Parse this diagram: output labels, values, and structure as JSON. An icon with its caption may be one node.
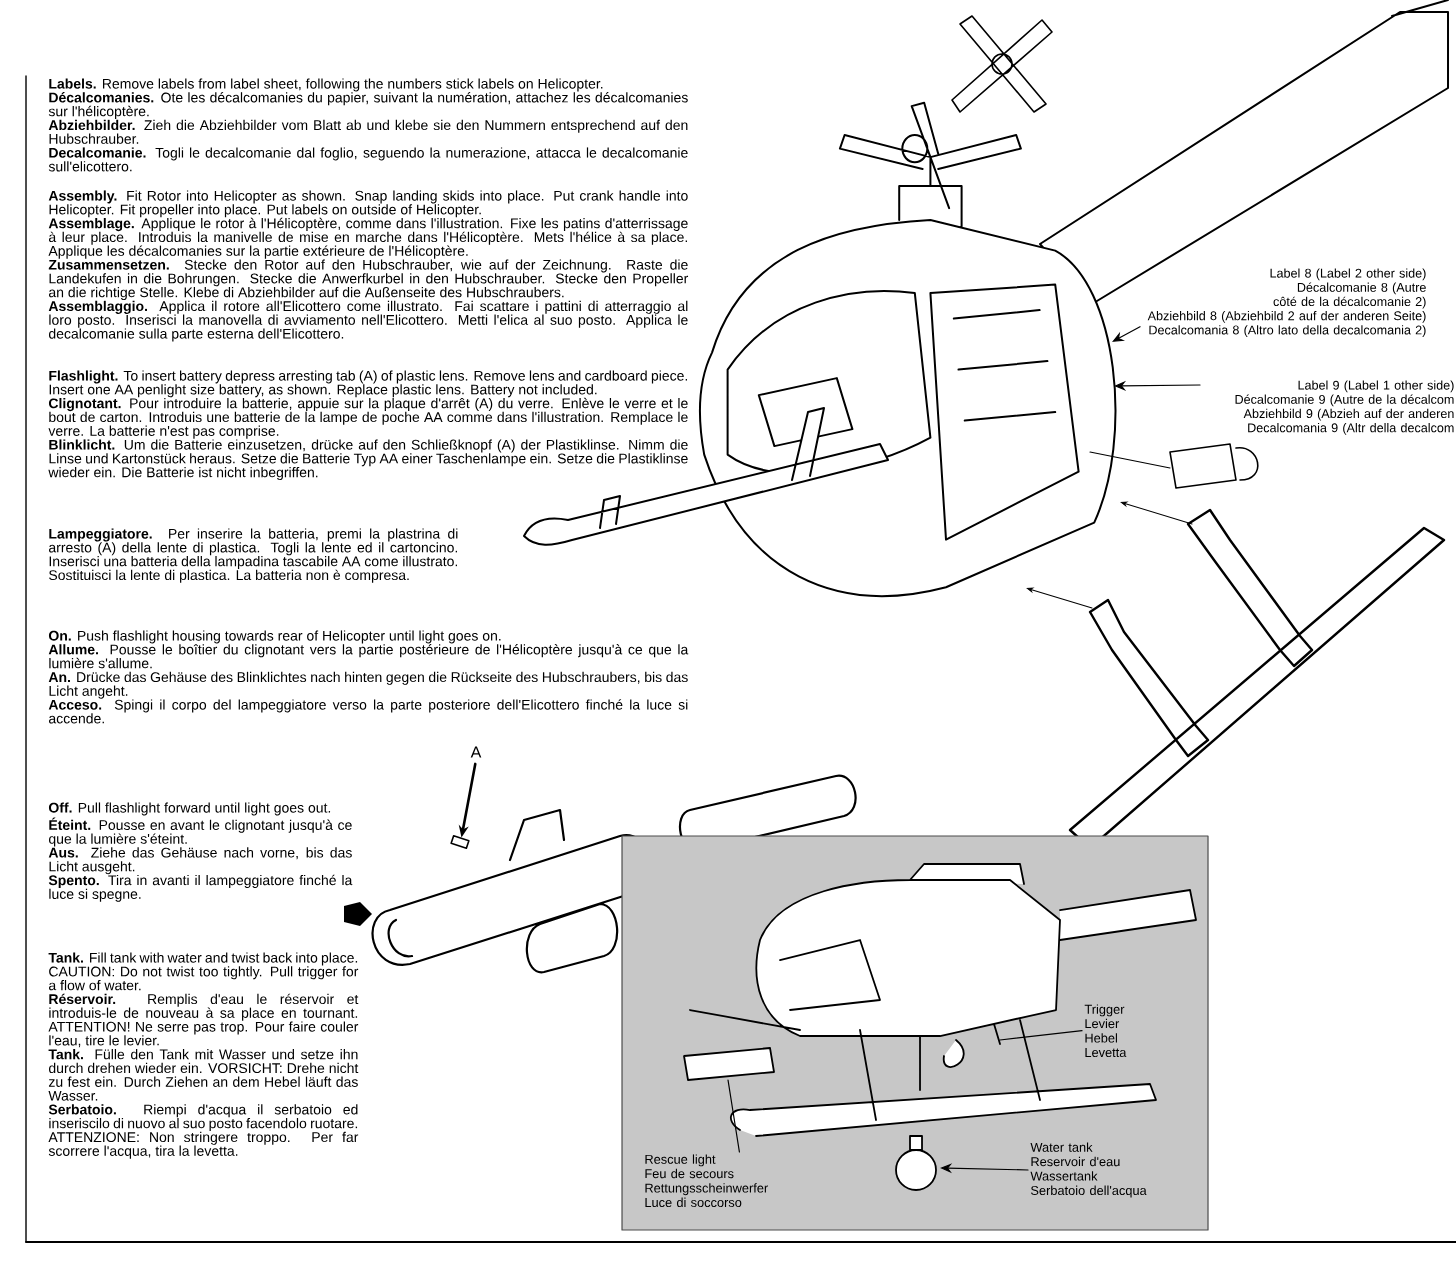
{
  "diagram": {
    "nodes": [
      {
        "text": [
          "Label 8 (Label 2 other side)",
          "Décalcomanie 8 (Autre côté de la décalcomanie 2)",
          "Abziehbild 8 (Abziehbild 2 auf der anderen Seite)",
          "Decalcomania 8 (Altro lato della decalcomania 2)"
        ]
      },
      {
        "text": [
          "Label 9 (Label 1 other side)",
          "Décalcomanie 9 (Autre de la décalcom",
          "Abziehbild 9 (Abzieh auf der anderen",
          "Decalcomania 9 (Altr della decalcom"
        ]
      },
      {
        "text": [
          "A"
        ]
      },
      {
        "text": [
          "Trigger",
          "Levier",
          "Hebel",
          "Levetta"
        ]
      },
      {
        "text": [
          "Water tank",
          "Reservoir d'eau",
          "Wassertank",
          "Serbatoio dell'acqua"
        ]
      },
      {
        "text": [
          "Rescue light",
          "Feu de secours",
          "Rettungsscheinwerfer",
          "Luce di soccorso"
        ]
      },
      {
        "text": [],
        "shape": "box"
      }
    ],
    "edges": [
      {
        "from": 0,
        "to": null,
        "arrow": "to"
      },
      {
        "from": 1,
        "to": null,
        "arrow": "to"
      },
      {
        "from": 2,
        "to": 6,
        "arrow": "to"
      },
      {
        "from": 3,
        "to": null,
        "arrow": "none"
      },
      {
        "from": 4,
        "to": null,
        "arrow": "to"
      },
      {
        "from": 5,
        "to": null,
        "arrow": "none"
      }
    ],
    "labels": [
      "**Labels.** Remove labels from label sheet, following the numbers stick labels on Helicopter.",
      "**Décalcomanies.** Ote les décalcomanies du papier, suivant la numération, attachez les décalcomanies sur l'hélicoptère.",
      "**Abziehbilder.** Zieh die Abziehbilder vom Blatt ab und klebe sie den Nummern entsprechend auf den Hubschrauber.",
      "**Decalcomanie.** Togli le decalcomanie dal foglio, seguendo la numerazione, attacca le decalcomanie sull'elicottero.",
      "**Assembly.** Fit Rotor into Helicopter as shown. Snap landing skids into place. Put crank handle into Helicopter. Fit propeller into place. Put labels on outside of Helicopter.",
      "**Assemblage.** Applique le rotor à l'Hélicoptère, comme dans l'illustration. Fixe les patins d'atterrissage à leur place. Introduis la manivelle de mise en marche dans l'Hélicoptère. Mets l'hélice à sa place. Applique les décalcomanies sur la partie extérieure de l'Hélicoptère.",
      "**Zusammensetzen.** Stecke den Rotor auf den Hubschrauber, wie auf der Zeichnung. Raste die Landekufen in die Bohrungen. Stecke die Anwerfkurbel in den Hubschrauber. Stecke den Propeller an die richtige Stelle. Klebe di Abziehbilder auf die Außenseite des Hubschraubers.",
      "**Assemblaggio.** Applica il rotore all'Elicottero come illustrato. Fai scattare i pattini di atterraggio al loro posto. Inserisci la manovella di avviamento nell'Elicottero. Metti l'elica al suo posto. Applica le decalcomanie sulla parte esterna dell'Elicottero.",
      "**Flashlight.** To insert battery depress arresting tab (A) of plastic lens. Remove lens and cardboard piece. Insert one AA penlight size battery, as shown. Replace plastic lens. Battery not included.",
      "**Clignotant.** Pour introduire la batterie, appuie sur la plaque d'arrêt (A) du verre. Enlève le verre et le bout de carton. Introduis une batterie de la lampe de poche AA comme dans l'illustration. Remplace le verre. La batterie n'est pas comprise.",
      "**Blinklicht.** Um die Batterie einzusetzen, drücke auf den Schließknopf (A) der Plastiklinse. Nimm die Linse und Kartonstück heraus. Setze die Batterie Typ AA einer Taschenlampe ein. Setze die Plastiklinse wieder ein. Die Batterie ist nicht inbegriffen.",
      "**Lampeggiatore.** Per inserire la batteria, premi la plastrina di arresto (A) della lente di plastica. Togli la lente ed il cartoncino. Inserisci una batteria della lampadina tascabile AA come illustrato. Sostituisci la lente di plastica. La batteria non è compresa.",
      "**On.** Push flashlight housing towards rear of Helicopter until light goes on.",
      "**Allume.** Pousse le boîtier du clignotant vers la partie postérieure de l'Hélicoptère jusqu'à ce que la lumière s'allume.",
      "**An.** Drücke das Gehäuse des Blinklichtes nach hinten gegen die Rückseite des Hubschraubers, bis das Licht angeht.",
      "**Acceso.** Spingi il corpo del lampeggiatore verso la parte posteriore dell'Elicottero finché la luce si accende.",
      "**Off.** Pull flashlight forward until light goes out.",
      "**Éteint.** Pousse en avant le clignotant jusqu'à ce que la lumière s'éteint.",
      "**Aus.** Ziehe das Gehäuse nach vorne, bis das Licht ausgeht.",
      "**Spento.** Tira in avanti il lampeggiatore finché la luce si spegne.",
      "**Tank.** Fill tank with water and twist back into place. CAUTION: Do not twist too tightly. Pull trigger for a flow of water.",
      "**Réservoir.** Remplis d'eau le réservoir et introduis-le de nouveau à sa place en tournant. ATTENTION! Ne serre pas trop. Pour faire couler l'eau, tire le levier.",
      "**Tank.** Fülle den Tank mit Wasser und setze ihn durch drehen wieder ein. VORSICHT: Drehe nicht zu fest ein. Durch Ziehen an dem Hebel läuft das Wasser.",
      "**Serbatoio.** Riempi d'acqua il serbatoio ed inseriscilo di nuovo al suo posto facendolo ruotare. ATTENZIONE: Non stringere troppo. Per far scorrere l'acqua, tira la levetta."
    ]
  }
}
